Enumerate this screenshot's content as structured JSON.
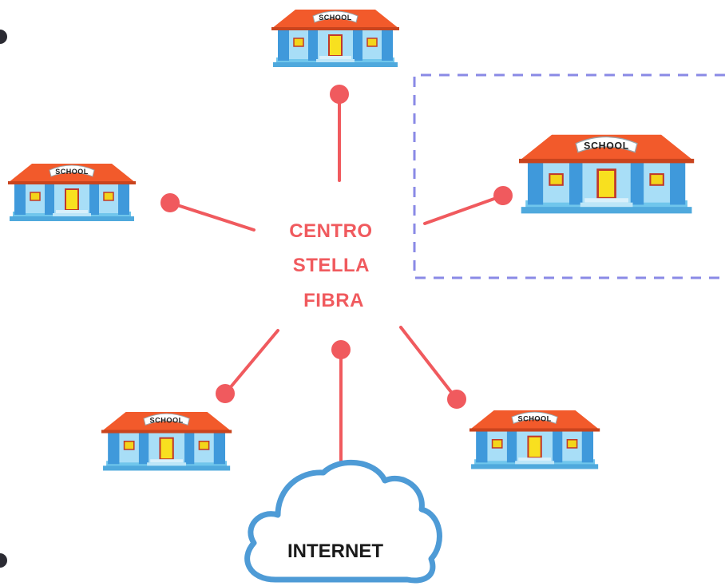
{
  "hub": {
    "lines": [
      "CENTRO",
      "STELLA",
      "FIBRA"
    ]
  },
  "schools": [
    {
      "id": "top",
      "label": "SCHOOL"
    },
    {
      "id": "left",
      "label": "SCHOOL"
    },
    {
      "id": "right",
      "label": "SCHOOL"
    },
    {
      "id": "bottom-left",
      "label": "SCHOOL"
    },
    {
      "id": "bottom-right",
      "label": "SCHOOL"
    }
  ],
  "cloud": {
    "label": "INTERNET"
  },
  "colors": {
    "link": "#F05A5E",
    "hub_text": "#F05A5E",
    "dashed_box": "#8A8AE6",
    "cloud_stroke": "#4E9BD6",
    "roof": "#F25A2B",
    "wall": "#8ED3F4",
    "pillar": "#3F99DB",
    "window": "#F3D51A",
    "door": "#F8E01F",
    "base": "#70C6EC"
  },
  "icons": [
    "school-building-icon",
    "cloud-icon"
  ]
}
